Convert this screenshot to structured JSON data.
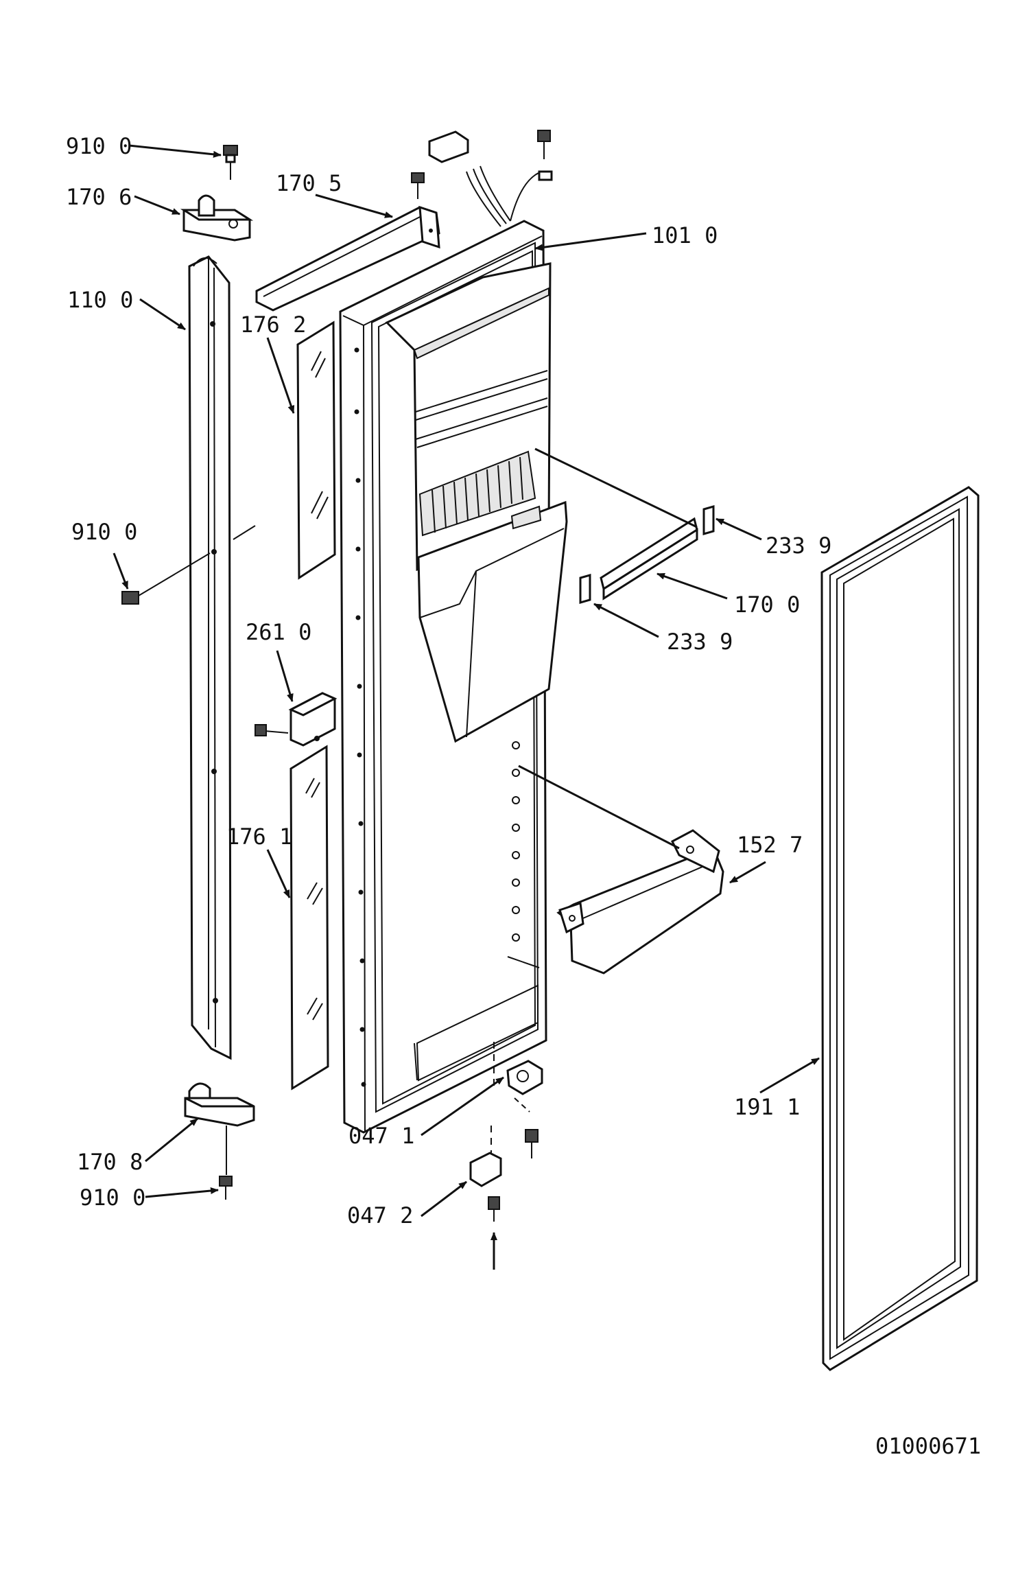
{
  "callouts": [
    {
      "id": "910-0-top",
      "text": "910 0"
    },
    {
      "id": "170-6",
      "text": "170 6"
    },
    {
      "id": "170-5",
      "text": "170 5"
    },
    {
      "id": "101-0",
      "text": "101 0"
    },
    {
      "id": "110-0",
      "text": "110 0"
    },
    {
      "id": "176-2",
      "text": "176 2"
    },
    {
      "id": "910-0-mid",
      "text": "910 0"
    },
    {
      "id": "233-9-upper",
      "text": "233 9"
    },
    {
      "id": "170-0",
      "text": "170 0"
    },
    {
      "id": "233-9-lower",
      "text": "233 9"
    },
    {
      "id": "261-0",
      "text": "261 0"
    },
    {
      "id": "176-1",
      "text": "176 1"
    },
    {
      "id": "152-7",
      "text": "152 7"
    },
    {
      "id": "191-1",
      "text": "191 1"
    },
    {
      "id": "047-1",
      "text": "047 1"
    },
    {
      "id": "170-8",
      "text": "170 8"
    },
    {
      "id": "910-0-bottom",
      "text": "910 0"
    },
    {
      "id": "047-2",
      "text": "047 2"
    }
  ],
  "drawing_number": "01000671"
}
